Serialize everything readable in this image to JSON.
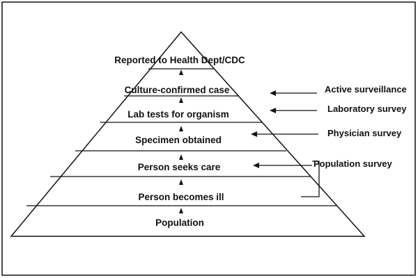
{
  "pyramid": {
    "levels": [
      "Reported to Health Dept/CDC",
      "Culture-confirmed case",
      "Lab tests for organism",
      "Specimen obtained",
      "Person seeks care",
      "Person becomes ill",
      "Population"
    ]
  },
  "surveillance": {
    "items": [
      "Active surveillance",
      "Laboratory survey",
      "Physician survey",
      "Population survey"
    ]
  }
}
